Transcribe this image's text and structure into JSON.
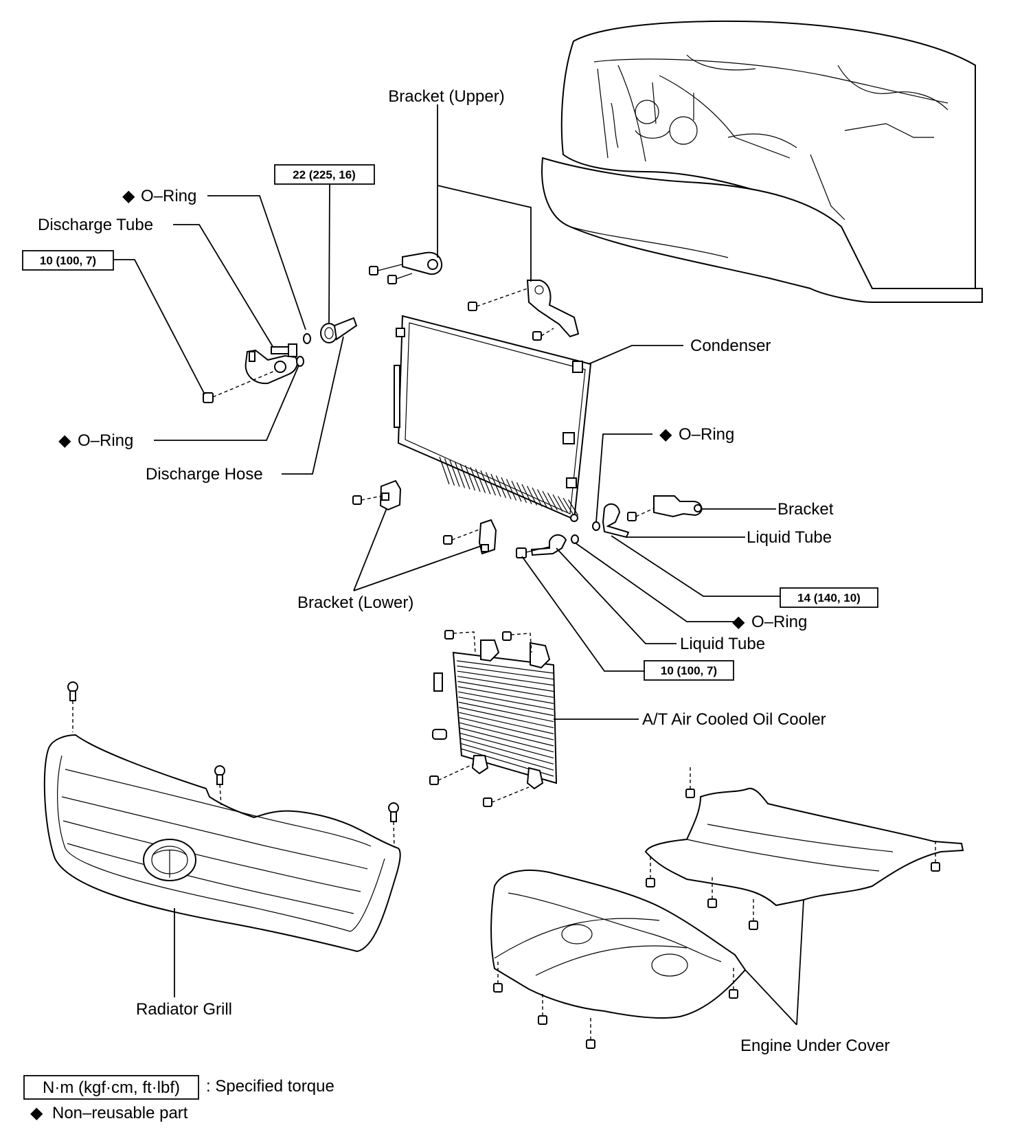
{
  "labels": {
    "bracket_upper": "Bracket (Upper)",
    "o_ring_top": "O–Ring",
    "discharge_tube": "Discharge Tube",
    "o_ring_mid": "O–Ring",
    "discharge_hose": "Discharge Hose",
    "condenser": "Condenser",
    "o_ring_right": "O–Ring",
    "bracket": "Bracket",
    "liquid_tube_upper": "Liquid Tube",
    "bracket_lower": "Bracket (Lower)",
    "o_ring_lower": "O–Ring",
    "liquid_tube_lower": "Liquid Tube",
    "oil_cooler": "A/T Air Cooled Oil Cooler",
    "radiator_grill": "Radiator Grill",
    "engine_under_cover": "Engine Under Cover"
  },
  "torques": {
    "t1": "22 (225, 16)",
    "t2": "10 (100, 7)",
    "t3": "14 (140, 10)",
    "t4": "10 (100, 7)"
  },
  "legend": {
    "unit_box": "N·m (kgf·cm, ft·lbf)",
    "unit_desc": ": Specified torque",
    "nonreusable": "Non–reusable part"
  },
  "symbols": {
    "diamond": "◆"
  }
}
